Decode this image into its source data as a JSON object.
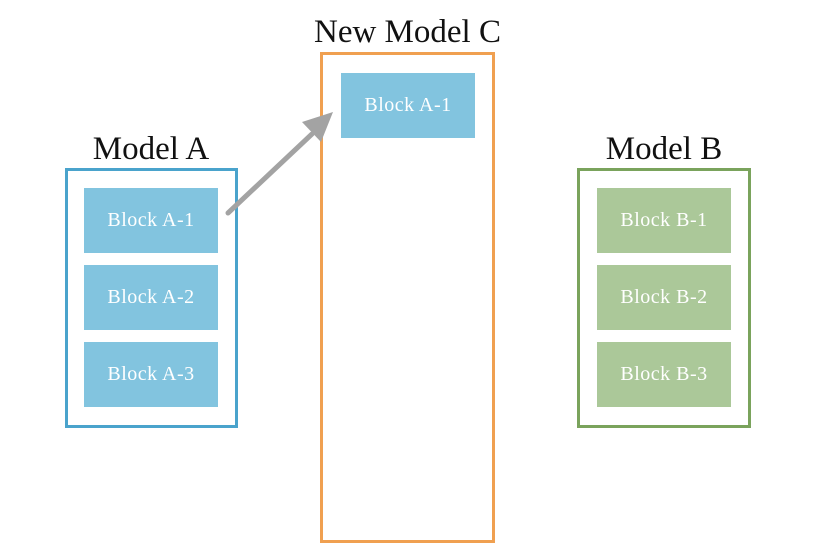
{
  "colors": {
    "model_a_border": "#4aa3cc",
    "model_b_border": "#7aa35c",
    "model_c_border": "#f0a050",
    "block_a_fill": "#82c4df",
    "block_b_fill": "#abc899",
    "arrow": "#a3a3a3"
  },
  "model_a": {
    "title": "Model A",
    "blocks": [
      "Block A-1",
      "Block A-2",
      "Block A-3"
    ]
  },
  "model_b": {
    "title": "Model B",
    "blocks": [
      "Block B-1",
      "Block B-2",
      "Block B-3"
    ]
  },
  "model_c": {
    "title": "New Model C",
    "blocks": [
      "Block A-1"
    ]
  }
}
